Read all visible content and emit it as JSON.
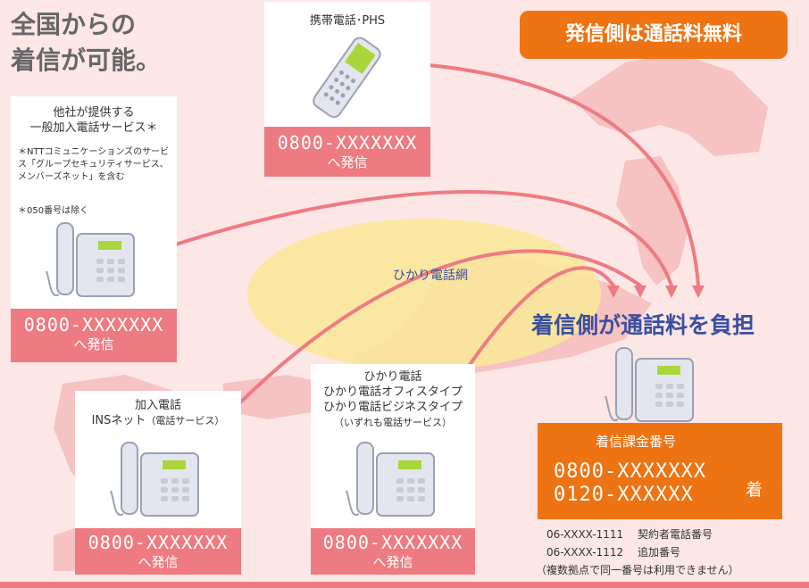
{
  "title": {
    "line1": "全国からの",
    "line2": "着信が可能。"
  },
  "badge": "発信側は通話料無料",
  "sources": {
    "mobile": {
      "label": "携帯電話･PHS",
      "number": "0800-XXXXXXX",
      "action": "へ発信"
    },
    "other": {
      "label_line1": "他社が提供する",
      "label_line2": "一般加入電話サービス",
      "label_mark": "＊",
      "note1": "＊NTTコミュニケーションズのサービス「グループセキュリティサービス、メンバーズネット」を含む",
      "note2": "＊050番号は除く",
      "number": "0800-XXXXXXX",
      "action": "へ発信"
    },
    "ins": {
      "label_line1": "加入電話",
      "label_line2": "INSネット",
      "label_paren": "（電話サービス）",
      "number": "0800-XXXXXXX",
      "action": "へ発信"
    },
    "hikari": {
      "label_line1": "ひかり電話",
      "label_line2": "ひかり電話オフィスタイプ",
      "label_line3": "ひかり電話ビジネスタイプ",
      "label_line4": "（いずれも電話サービス）",
      "number": "0800-XXXXXXX",
      "action": "へ発信"
    }
  },
  "network_label": "ひかり電話網",
  "receiver": {
    "headline": "着信側が通話料を負担",
    "box_title": "着信課金番号",
    "number1": "0800-XXXXXXX",
    "number2": "0120-XXXXXX",
    "suffix": "着",
    "line1_num": "06-XXXX-1111",
    "line1_label": "契約者電話番号",
    "line2_num": "06-XXXX-1112",
    "line2_label": "追加番号",
    "footnote": "（複数拠点で同一番号は利用できません）"
  },
  "colors": {
    "pink": "#ee7b82",
    "orange": "#ee7312",
    "navy": "#3a4fa0",
    "background": "#fde6e6",
    "map": "#f6c2c2"
  }
}
